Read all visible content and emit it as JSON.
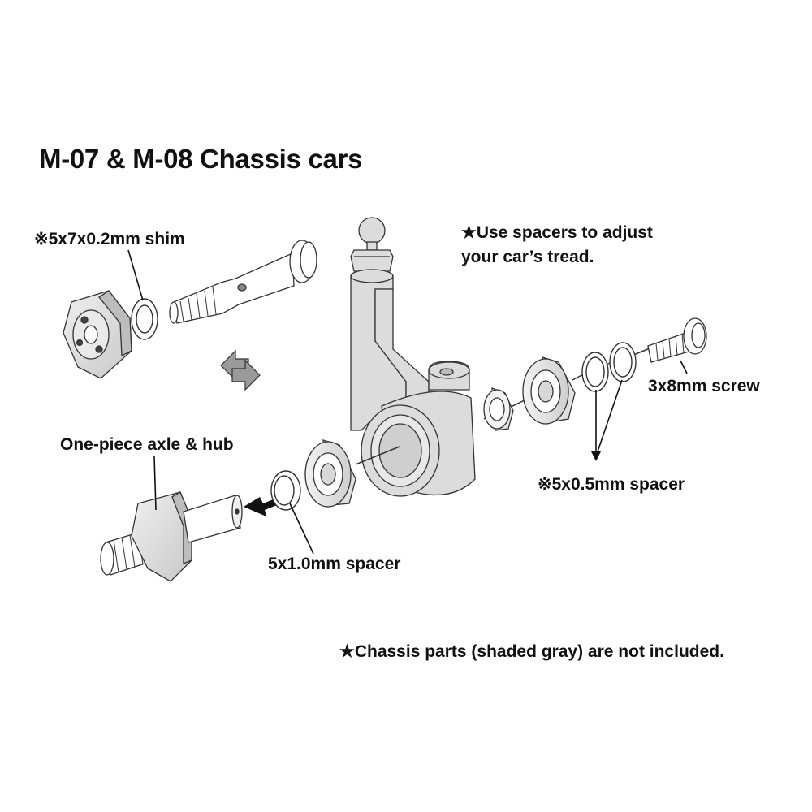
{
  "title": "M-07 & M-08 Chassis cars",
  "labels": {
    "shim": "※5x7x0.2mm shim",
    "tread_line1": "★Use spacers to adjust",
    "tread_line2": "your car’s tread.",
    "screw": "3x8mm screw",
    "axle_hub": "One-piece axle & hub",
    "spacer_05": "※5x0.5mm spacer",
    "spacer_10": "5x1.0mm spacer",
    "not_included": "★Chassis parts (shaded gray) are not included."
  },
  "colors": {
    "outline": "#333333",
    "chassis_fill": "#dcdcdc",
    "part_fill": "#ffffff",
    "swap_arrow": "#9a9a9a"
  },
  "icons": [
    "swap-arrows-icon",
    "insert-arrow-icon"
  ]
}
